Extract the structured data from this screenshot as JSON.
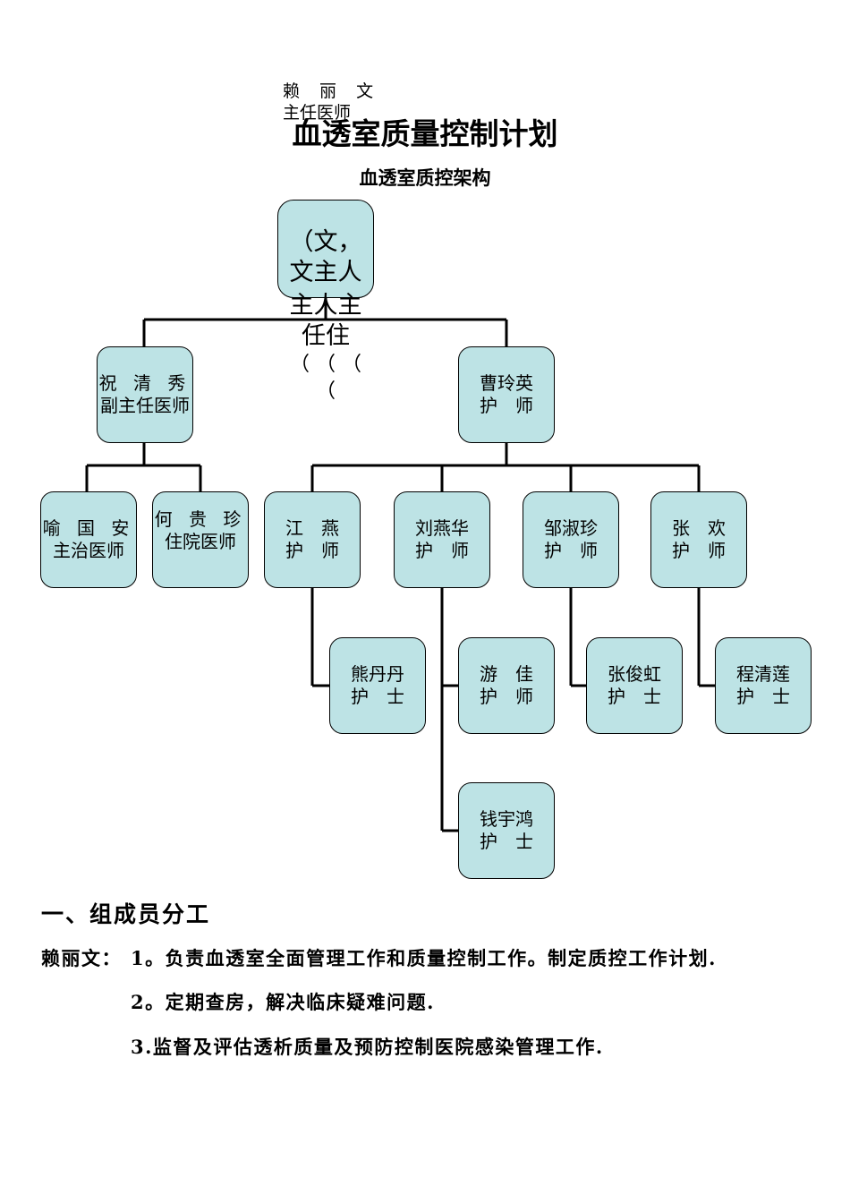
{
  "header": {
    "director_name": "赖 丽 文",
    "director_title": "主任医师",
    "main_title": "血透室质量控制计划",
    "sub_title": "血透室质控架构"
  },
  "org_chart": {
    "root": {
      "text_lines": [
        "（文，",
        "文主人"
      ],
      "overflow_lines": [
        "主人主",
        "任住",
        "（ （ （",
        "（"
      ]
    },
    "level1": [
      {
        "name": "祝 清 秀",
        "title": "副主任医师"
      },
      {
        "name": "曹玲英",
        "title": "护　师"
      }
    ],
    "level2": [
      {
        "name": "喻 国 安",
        "title": "主治医师"
      },
      {
        "name": "何 贵 珍",
        "title": "住院医师"
      },
      {
        "name": "江　燕",
        "title": "护　师"
      },
      {
        "name": "刘燕华",
        "title": "护　师"
      },
      {
        "name": "邹淑珍",
        "title": "护　师"
      },
      {
        "name": "张　欢",
        "title": "护　师"
      }
    ],
    "level3": [
      {
        "name": "熊丹丹",
        "title": "护　士"
      },
      {
        "name": "游　佳",
        "title": "护　师"
      },
      {
        "name": "张俊虹",
        "title": "护　士"
      },
      {
        "name": "程清莲",
        "title": "护　士"
      },
      {
        "name": "钱宇鸿",
        "title": "护　士"
      }
    ]
  },
  "duties": {
    "section_title": "一、组成员分工",
    "person": "赖丽文：",
    "items": [
      "1。负责血透室全面管理工作和质量控制工作。制定质控工作计划.",
      "2。定期查房，解决临床疑难问题.",
      "3.监督及评估透析质量及预防控制医院感染管理工作."
    ]
  },
  "colors": {
    "node_fill": "#bde3e5",
    "line": "#000000"
  }
}
